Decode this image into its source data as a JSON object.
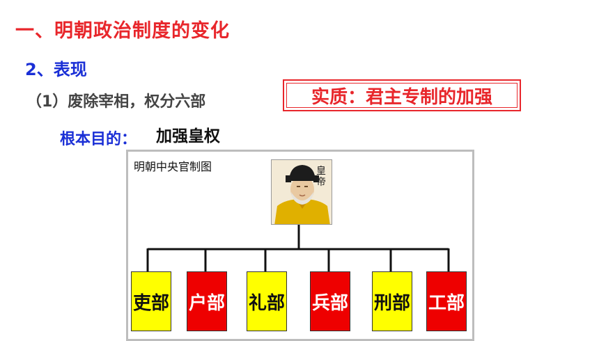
{
  "heading": "一、明朝政治制度的变化",
  "subheading": "2、表现",
  "point1": "（1）废除宰相，权分六部",
  "purpose_label": "根本目的：",
  "purpose_value": "加强皇权",
  "essence": "实质：君主专制的加强",
  "diagram": {
    "title": "明朝中央官制图",
    "emperor_label": "皇帝",
    "ministries": [
      {
        "label": "吏部",
        "color": "#ffff00"
      },
      {
        "label": "户部",
        "color": "#ee0000"
      },
      {
        "label": "礼部",
        "color": "#ffff00"
      },
      {
        "label": "兵部",
        "color": "#ee0000"
      },
      {
        "label": "刑部",
        "color": "#ffff00"
      },
      {
        "label": "工部",
        "color": "#ee0000"
      }
    ]
  },
  "colors": {
    "heading": "#e8262b",
    "subheading": "#1a2fd6",
    "essence_border": "#e8262b"
  }
}
